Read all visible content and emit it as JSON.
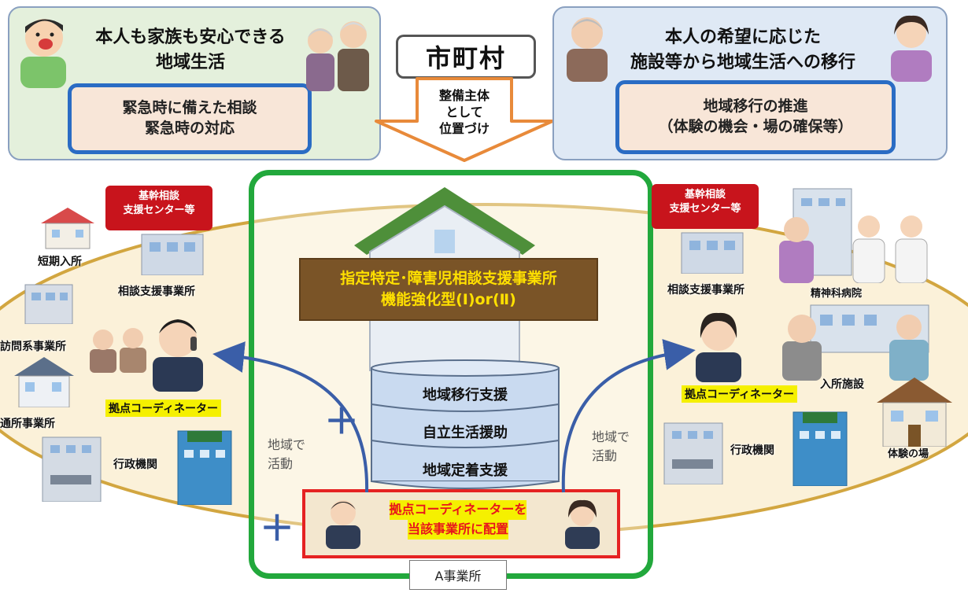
{
  "top_left": {
    "headline": [
      "本人も家族も安心できる",
      "地域生活"
    ],
    "box_lines": [
      "緊急時に備えた相談",
      "緊急時の対応"
    ]
  },
  "center_top": {
    "title": "市町村",
    "arrow_text": [
      "整備主体",
      "として",
      "位置づけ"
    ]
  },
  "top_right": {
    "headline": [
      "本人の希望に応じた",
      "施設等から地域生活への移行"
    ],
    "box_lines": [
      "地域移行の推進",
      "（体験の機会・場の確保等）"
    ]
  },
  "center": {
    "sign_lines": [
      "指定特定･障害児相談支援事業所",
      "機能強化型(Ⅰ)or(Ⅱ)"
    ],
    "stack": [
      "地域移行支援",
      "自立生活援助",
      "地域定着支援"
    ],
    "coord_box": [
      "拠点コーディネーターを",
      "当該事業所に配置"
    ],
    "office_label": "A事業所",
    "plus": "＋"
  },
  "left": {
    "center_badge": [
      "基幹相談",
      "支援センター等"
    ],
    "short_stay": "短期入所",
    "consult_office": "相談支援事業所",
    "visit_office": "訪問系事業所",
    "coordinator": "拠点コーディネーター",
    "day_office": "通所事業所",
    "admin": "行政機関",
    "activity": [
      "地域で",
      "活動"
    ]
  },
  "right": {
    "center_badge": [
      "基幹相談",
      "支援センター等"
    ],
    "consult_office": "相談支援事業所",
    "hospital": "精神科病院",
    "coordinator": "拠点コーディネーター",
    "facility": "入所施設",
    "admin": "行政機関",
    "experience": "体験の場",
    "activity": [
      "地域で",
      "活動"
    ]
  },
  "colors": {
    "green_frame": "#22a83c",
    "blue_frame": "#2a6cc4",
    "red_badge": "#c8141c",
    "orange_arrow": "#e88a3a",
    "ellipse_fill": "#fbf1d9",
    "ellipse_line": "#d2a640",
    "highlight": "#f5f000"
  }
}
